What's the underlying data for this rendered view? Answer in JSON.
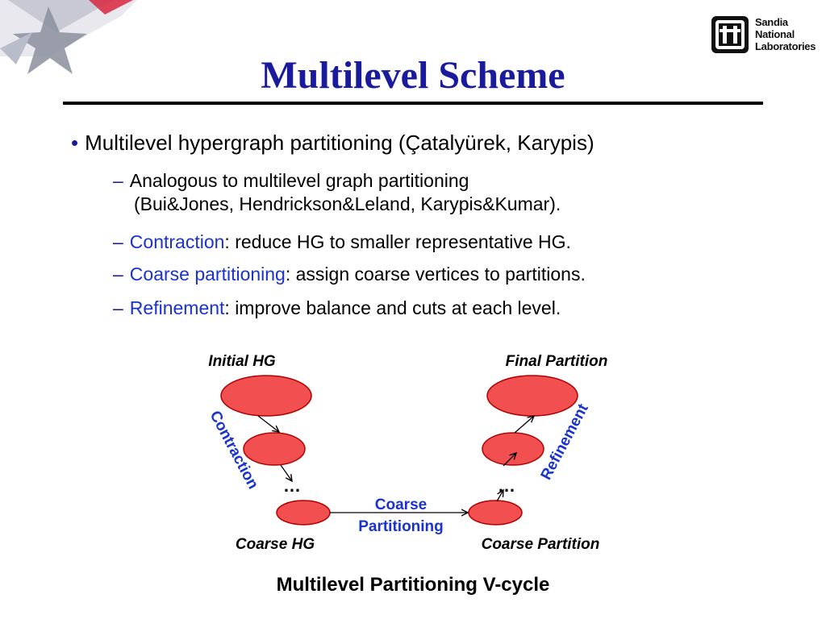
{
  "slide": {
    "title": "Multilevel Scheme",
    "logo": {
      "lines": [
        "Sandia",
        "National",
        "Laboratories"
      ]
    },
    "bullet": "Multilevel hypergraph partitioning (Çatalyürek, Karypis)",
    "sub_bullets": [
      {
        "term": "",
        "text": "Analogous to multilevel graph partitioning",
        "continuation": "(Bui&Jones, Hendrickson&Leland, Karypis&Kumar)."
      },
      {
        "term": "Contraction",
        "text": ":  reduce HG to smaller representative HG."
      },
      {
        "term": "Coarse partitioning",
        "text": ":  assign coarse vertices to partitions."
      },
      {
        "term": "Refinement",
        "text": ": improve balance and cuts at each level."
      }
    ],
    "bullet_marker": "•",
    "dash_marker": "–"
  },
  "diagram": {
    "labels": {
      "initial": "Initial HG",
      "final": "Final Partition",
      "coarse_hg": "Coarse HG",
      "coarse_partition": "Coarse Partition",
      "contraction": "Contraction",
      "refinement": "Refinement",
      "coarse_partitioning_line1": "Coarse",
      "coarse_partitioning_line2": "Partitioning",
      "ellipsis": "…"
    },
    "colors": {
      "node_fill": "#f25050",
      "node_stroke": "#b00000",
      "blue_label": "#1a33cc"
    }
  },
  "caption": "Multilevel Partitioning V-cycle"
}
